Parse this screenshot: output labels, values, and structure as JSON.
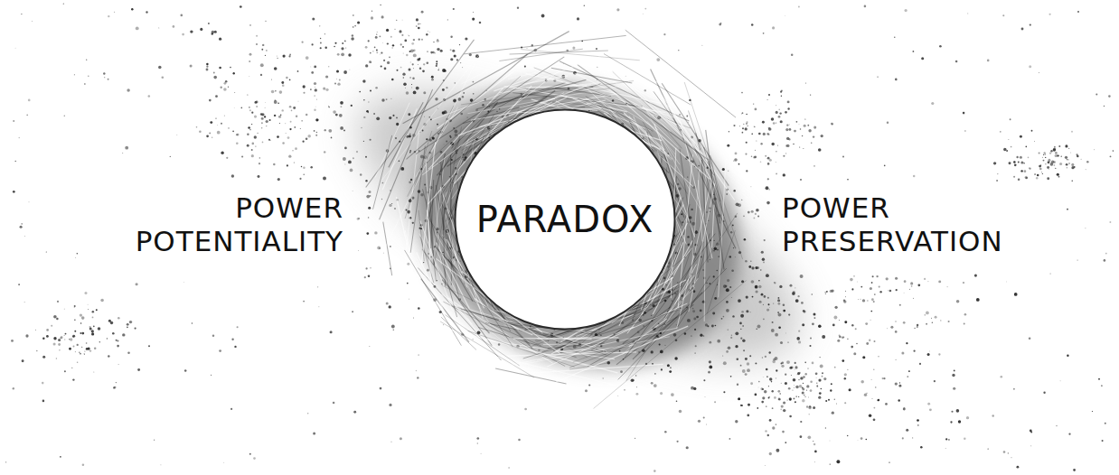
{
  "diagram": {
    "nodes": [
      {
        "text": [
          "PARADOX"
        ]
      }
    ],
    "labels": [
      "POWER POTENTIALITY",
      "POWER PRESERVATION"
    ]
  }
}
